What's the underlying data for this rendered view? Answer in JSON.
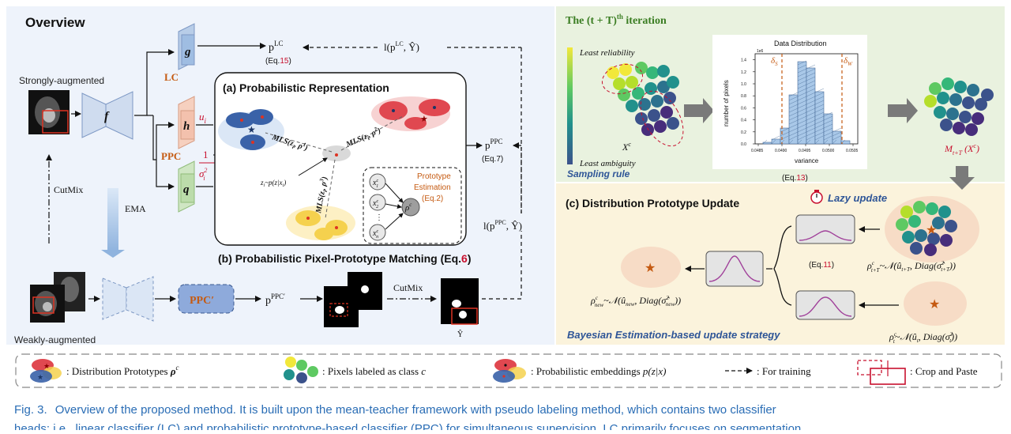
{
  "overview": {
    "title": "Overview",
    "strong_label": "Strongly-augmented",
    "weak_label": "Weakly-augmented",
    "f_label": "f",
    "g_label": "g",
    "h_label": "h",
    "q_label": "q",
    "lc_label": "LC",
    "ppc_label": "PPC",
    "ppc_prime_label": "PPC′",
    "cutmix_vertical": "CutMix",
    "ema_label": "EMA",
    "p_lc": "p",
    "p_lc_sup": "LC",
    "eq15_prefix": "(Eq.",
    "eq15_num": "15",
    "eq15_suffix": ")",
    "loss_lc": "l(p",
    "loss_lc_sup": "LC",
    "loss_lc_tail": ", Ŷ)",
    "u_i": "u",
    "u_i_sub": "i",
    "one_label": "1",
    "sigma_label": "σ",
    "sigma_sup": "2",
    "sigma_sub": "i",
    "p_ppc": "p",
    "p_ppc_sup": "PPC",
    "eq7_text": "(Eq.7)",
    "loss_ppc": "l(p",
    "loss_ppc_sup": "PPC",
    "loss_ppc_tail": ", Ŷ)",
    "p_ppc_prime": "p",
    "p_ppc_prime_sup": "PPC′",
    "cutmix_horizontal": "CutMix",
    "y_hat": "Ŷ"
  },
  "prob_rep": {
    "title": "(a) Probabilistic Representation",
    "mls1": "MLS(z",
    "mls1_tail": ", ρ",
    "mls1_sup": "1",
    "mls1_close": ")",
    "mls2": "MLS(z",
    "mls2_tail": ", ρ",
    "mls2_sup": "2",
    "mls2_close": ")",
    "mls3": "MLS(z",
    "mls3_tail": ", ρ",
    "mls3_sup": "3",
    "mls3_close": ")",
    "z_sample": "z",
    "z_sample_tail": "~p(z|x",
    "z_sample_close": ")",
    "proto_est_line1": "Prototype",
    "proto_est_line2": "Estimation",
    "proto_est_eq": "(Eq.2)",
    "x1": "x",
    "x2": "x",
    "xn": "x",
    "rho_c": "ρ",
    "sup_c": "c"
  },
  "ppm": {
    "title_main": "(b) Probabilistic Pixel-Prototype Matching (Eq.",
    "title_num": "6",
    "title_tail": ")"
  },
  "iteration": {
    "title": "The (t + T)",
    "title_sup": "th",
    "title_tail": " iteration",
    "least_reliability": "Least reliability",
    "least_ambiguity": "Least ambiguity",
    "xc": "X",
    "xc_sup": "c",
    "sampling_rule": "Sampling rule",
    "m_label": "M",
    "m_sub": "t+T",
    "m_tail": " (X",
    "m_tail_sup": "c",
    "m_close": ")"
  },
  "histogram": {
    "title": "Data Distribution",
    "ylabel": "number of pixels",
    "xlabel": "variance",
    "exponent": "1e6",
    "yticks": [
      "0.0",
      "0.2",
      "0.4",
      "0.6",
      "0.8",
      "1.0",
      "1.2",
      "1.4"
    ],
    "xticks": [
      "0.0485",
      "0.0490",
      "0.0495",
      "0.0500",
      "0.0505"
    ],
    "delta_s": "δ",
    "delta_s_sub": "S",
    "delta_w": "δ",
    "delta_w_sub": "W",
    "eq13_prefix": "(Eq.",
    "eq13_num": "13",
    "eq13_suffix": ")"
  },
  "update": {
    "title": "(c) Distribution Prototype Update",
    "lazy": "Lazy update",
    "eq11_prefix": "(Eq.",
    "eq11_num": "11",
    "eq11_suffix": ")",
    "rho_new": "ρ",
    "rho_new_sup": "c",
    "rho_new_sub": "new",
    "rho_new_tail": "~𝒩(û",
    "rho_new_tail_sub": "new",
    "rho_new_diag": ", Diag(σ̂",
    "rho_new_diag_sup": "2",
    "rho_new_diag_sub": "new",
    "rho_new_close": "))",
    "rho_tT": "ρ",
    "rho_tT_sup": "c",
    "rho_tT_sub": "t+T",
    "rho_tT_tail": "~𝒩(û",
    "rho_tT_tail_sub": "t+T",
    "rho_tT_diag": ", Diag(σ̂",
    "rho_tT_diag_sup": "2",
    "rho_tT_diag_sub": "t+T",
    "rho_tT_close": "))",
    "rho_t": "ρ",
    "rho_t_sup": "c",
    "rho_t_sub": "t",
    "rho_t_tail": "~𝒩(û",
    "rho_t_tail_sub": "t",
    "rho_t_diag": ", Diag(σ̂",
    "rho_t_diag_sup": "2",
    "rho_t_diag_sub": "t",
    "rho_t_close": "))",
    "bayes": "Bayesian Estimation-based update strategy"
  },
  "legend": {
    "item1": ": Distribution Prototypes ",
    "item1_sym": "ρ",
    "item1_sup": "c",
    "item2": ": Pixels labeled as class ",
    "item2_sym": "c",
    "item3": ": Probabilistic embeddings ",
    "item3_sym": "p(z|x)",
    "item4": ": For training",
    "item5": ": Crop and Paste"
  },
  "caption": {
    "fig_label": "Fig. 3.",
    "line1": "Overview of the proposed method. It is built upon the mean-teacher framework with pseudo labeling method, which contains two classifier",
    "line2": "heads: i.e., linear classifier (LC) and probabilistic prototype-based classifier (PPC) for simultaneous supervision. LC primarily focuses on segmentation"
  },
  "colors": {
    "panel_bg_left": "#eef3fb",
    "panel_bg_green": "#e9f2df",
    "panel_bg_yellow": "#fbf3dc",
    "red": "#c8102e",
    "orange": "#c55a11",
    "blue_dark": "#2e5597",
    "caption_blue": "#2a6db5",
    "hist_blue": "#a9c8e8"
  }
}
